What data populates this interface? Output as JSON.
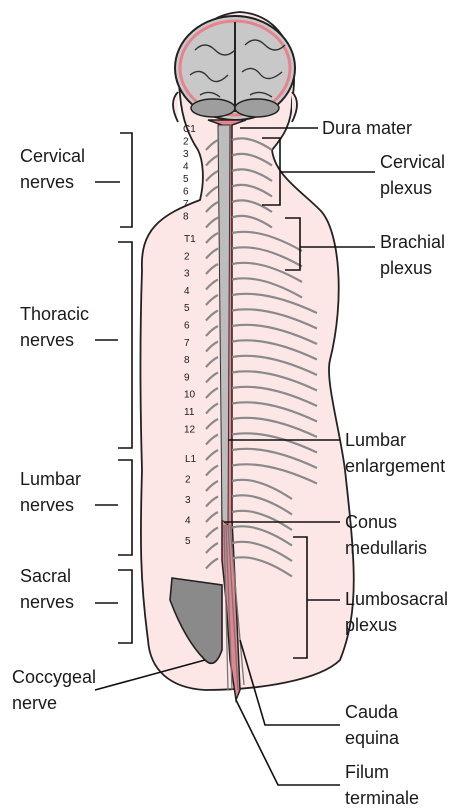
{
  "labels": {
    "cervical_nerves": [
      "Cervical",
      "nerves"
    ],
    "thoracic_nerves": [
      "Thoracic",
      "nerves"
    ],
    "lumbar_nerves": [
      "Lumbar",
      "nerves"
    ],
    "sacral_nerves": [
      "Sacral",
      "nerves"
    ],
    "coccygeal_nerve": [
      "Coccygeal",
      "nerve"
    ],
    "dura_mater": [
      "Dura mater"
    ],
    "cervical_plexus": [
      "Cervical",
      "plexus"
    ],
    "brachial_plexus": [
      "Brachial",
      "plexus"
    ],
    "lumbar_enlargement": [
      "Lumbar",
      "enlargement"
    ],
    "conus_medullaris": [
      "Conus",
      "medullaris"
    ],
    "lumbosacral_plexus": [
      "Lumbosacral",
      "plexus"
    ],
    "cauda_equina": [
      "Cauda",
      "equina"
    ],
    "filum_terminale": [
      "Filum",
      "terminale"
    ]
  },
  "vertebra_numbers": {
    "cervical": [
      "C1",
      "2",
      "3",
      "4",
      "5",
      "6",
      "7",
      "8"
    ],
    "thoracic": [
      "T1",
      "2",
      "3",
      "4",
      "5",
      "6",
      "7",
      "8",
      "9",
      "10",
      "11",
      "12"
    ],
    "lumbar": [
      "L1",
      "2",
      "3",
      "4",
      "5"
    ]
  },
  "colors": {
    "body_fill": "#fde6e6",
    "dura_pink": "#e7838f",
    "brain_gray": "#bdbdbd",
    "nerve_gray": "#9e9e9e"
  }
}
